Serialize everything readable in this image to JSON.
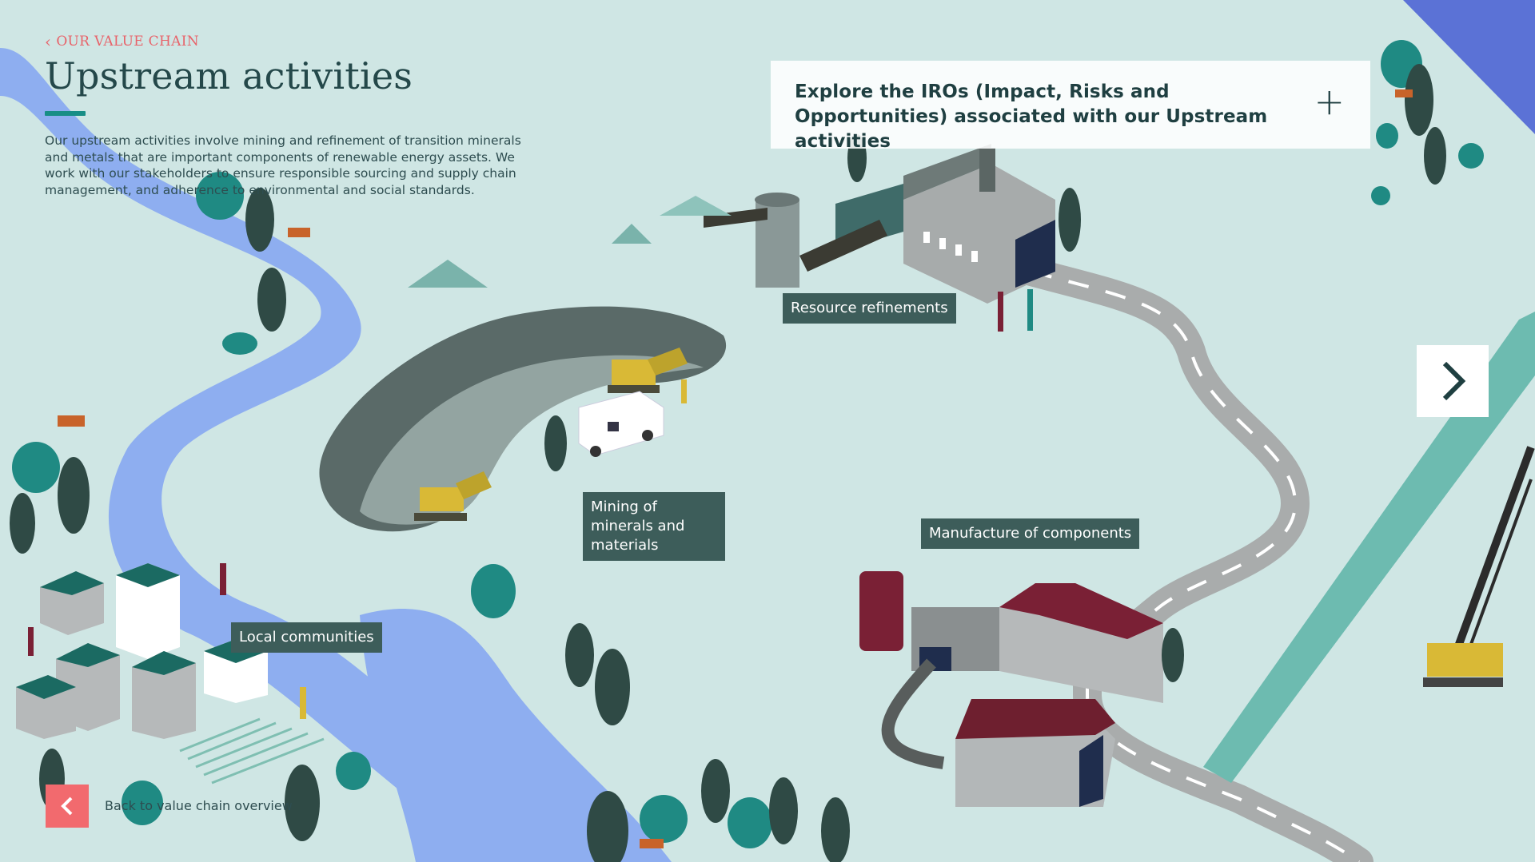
{
  "nav": {
    "breadcrumb": "OUR VALUE CHAIN",
    "back_label": "Back to value chain overview"
  },
  "header": {
    "title": "Upstream activities",
    "description": "Our upstream activities involve mining and refinement of transition minerals and metals that are important components of renewable energy assets. We work with our stakeholders to ensure responsible sourcing and supply chain management, and adherence to environmental and social standards."
  },
  "iro_panel": {
    "text": "Explore the IROs (Impact, Risks and Opportunities) associated with our Upstream activities"
  },
  "hotspots": {
    "resource_refinements": "Resource refinements",
    "mining": "Mining of minerals and materials",
    "manufacture": "Manufacture of components",
    "local_communities": "Local communities"
  },
  "icons": {
    "breadcrumb": "chevron-left-icon",
    "iro": "plus-icon",
    "next": "chevron-right-icon",
    "back": "chevron-left-icon",
    "truck_logo": "company-logo"
  },
  "colors": {
    "background": "#cfe6e4",
    "accent_coral": "#f26a6e",
    "breadcrumb_coral": "#e8636a",
    "teal_rule": "#188e86",
    "label_bg": "#3d5d5a",
    "river": "#8eaef0",
    "road": "#a9acac",
    "tree_dark": "#2f4a45",
    "tree_teal": "#1f8a83",
    "roof_maroon": "#7a2035",
    "machine_yellow": "#d9b936"
  }
}
